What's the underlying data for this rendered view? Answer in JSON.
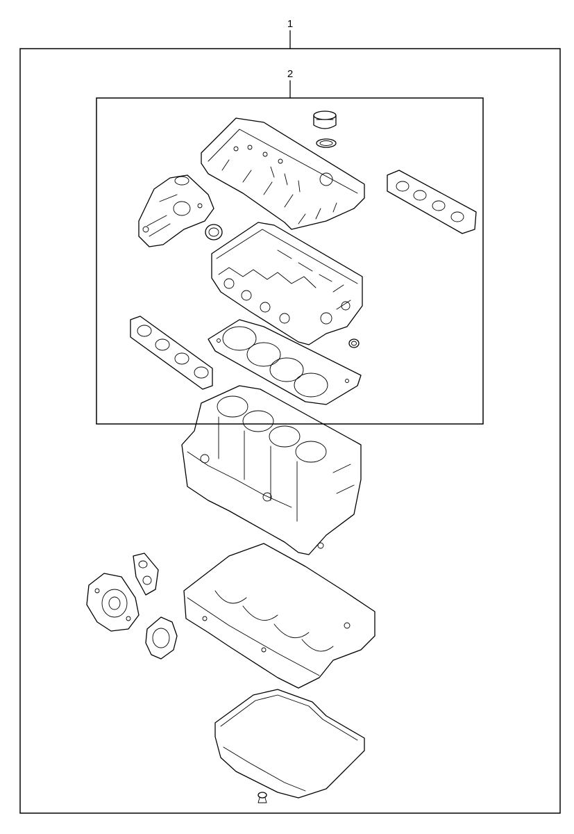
{
  "diagram": {
    "callouts": [
      {
        "id": "1",
        "label": "1"
      },
      {
        "id": "2",
        "label": "2"
      }
    ],
    "parts": [
      "valve-cover",
      "oil-filler-cap",
      "oil-filler-seal",
      "exhaust-manifold-gasket",
      "thermostat-housing",
      "thermostat-housing-gasket",
      "cylinder-head",
      "intake-manifold-gasket",
      "cylinder-head-gasket",
      "small-seal",
      "cylinder-block",
      "water-pump",
      "water-pump-gasket-small",
      "water-pump-gasket",
      "lower-crankcase",
      "oil-pan",
      "drain-plug"
    ]
  }
}
